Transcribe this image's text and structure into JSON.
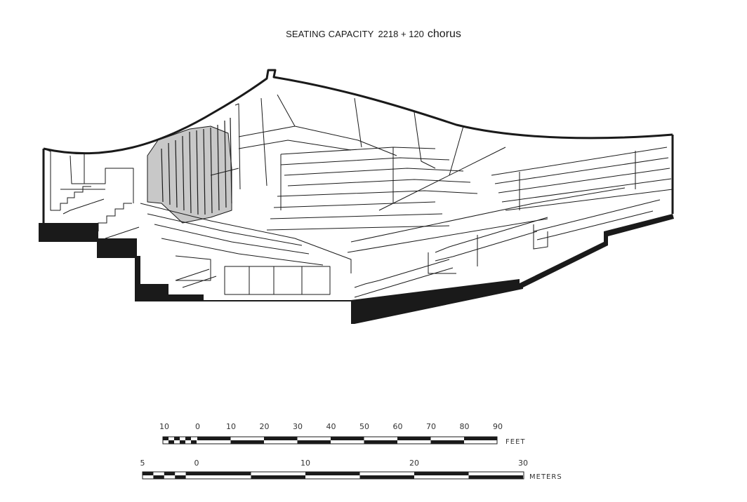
{
  "title": {
    "main": "SEATING CAPACITY",
    "numbers": "2218 + 120",
    "chorus": "chorus"
  },
  "colors": {
    "ink": "#1a1a1a",
    "organ_fill": "#c8c8c8",
    "paper": "#ffffff"
  },
  "scale_feet": {
    "unit": "FEET",
    "ticks": [
      "10",
      "0",
      "10",
      "20",
      "30",
      "40",
      "50",
      "60",
      "70",
      "80",
      "90"
    ]
  },
  "scale_meters": {
    "unit": "METERS",
    "ticks": [
      "5",
      "0",
      "10",
      "20",
      "30"
    ]
  }
}
